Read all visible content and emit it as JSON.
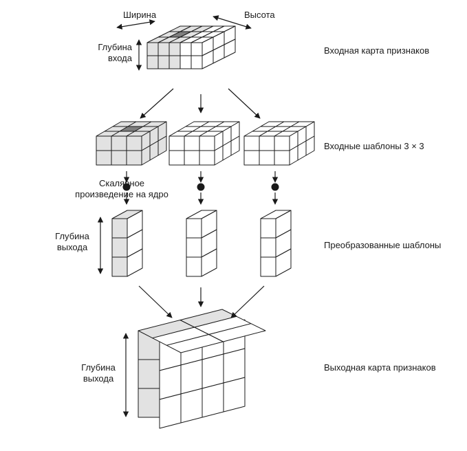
{
  "labels": {
    "width": "Ширина",
    "height": "Высота",
    "input_depth": "Глубина\nвхода",
    "input_feature_map": "Входная карта признаков",
    "input_patches": "Входные шаблоны 3 × 3",
    "dot_product": "Скалярное\nпроизведение на ядро",
    "output_depth_top": "Глубина\nвыхода",
    "transformed_patches": "Преобразованные шаблоны",
    "output_depth_bottom": "Глубина\nвыхода",
    "output_feature_map": "Выходная карта признаков"
  },
  "colors": {
    "line": "#1a1a1a",
    "shaded": "#e2e2e2",
    "highlight": "#7f7f7f",
    "fill": "#ffffff"
  }
}
